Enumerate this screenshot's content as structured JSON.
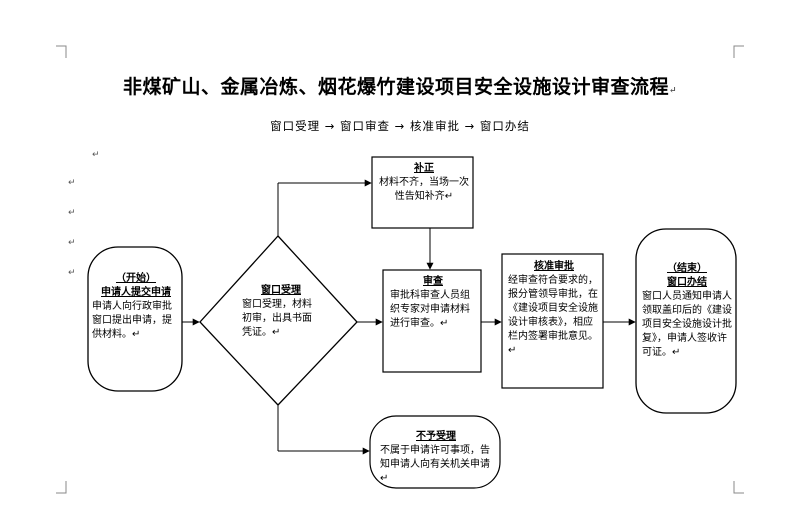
{
  "title": "非煤矿山、金属冶炼、烟花爆竹建设项目安全设施设计审查流程",
  "title_mark": "↵",
  "subtitle": "窗口受理 → 窗口审查 → 核准审批 → 窗口办结",
  "para_mark": "↵",
  "nodes": {
    "start": {
      "pre": "（开始）",
      "heading": "申请人提交申请",
      "body": "申请人向行政审批窗口提出申请，提供材料。↵"
    },
    "accept": {
      "heading": "窗口受理",
      "body": "窗口受理，材料初审，出具书面凭证。↵"
    },
    "supplement": {
      "heading": "补正",
      "body": "材料不齐，当场一次性告知补齐↵"
    },
    "review": {
      "heading": "审查",
      "body": "审批科审查人员组织专家对申请材料进行审查。↵"
    },
    "approve": {
      "heading": "核准审批",
      "body": "经审查符合要求的，报分管领导审批，在《建设项目安全设施设计审核表》，相应栏内签署审批意见。↵"
    },
    "end": {
      "pre": "（结束）",
      "heading": "窗口办结",
      "body": "窗口人员通知申请人领取盖印后的《建设项目安全设施设计批复》，申请人签收许可证。↵"
    },
    "reject": {
      "heading": "不予受理",
      "body": "不属于申请许可事项，告知申请人向有关机关申请↵"
    }
  }
}
